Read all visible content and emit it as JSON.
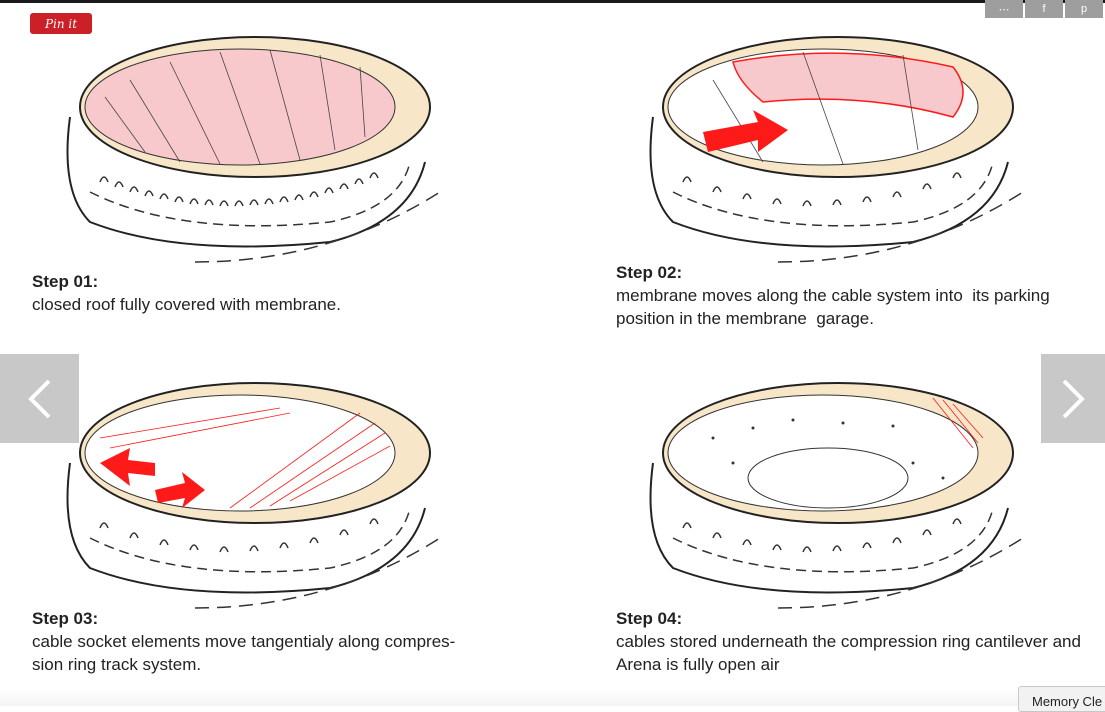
{
  "pin_button": {
    "label": "Pin it"
  },
  "share_tabs": [
    {
      "icon": "dots-icon",
      "glyph": "⋯"
    },
    {
      "icon": "facebook-icon",
      "glyph": "f"
    },
    {
      "icon": "pinterest-icon",
      "glyph": "p"
    }
  ],
  "steps": [
    {
      "step": "Step 01:",
      "description": "closed roof fully covered with membrane."
    },
    {
      "step": "Step 02:",
      "description": "membrane moves along the cable system into  its parking position in the membrane  garage."
    },
    {
      "step": "Step 03:",
      "description": "cable socket elements move tangentialy along compres-\nsion ring track system."
    },
    {
      "step": "Step 04:",
      "description": "cables stored underneath the compression ring cantilever and Arena is fully open air"
    }
  ],
  "navigation": {
    "prev_icon": "chevron-left-icon",
    "next_icon": "chevron-right-icon"
  },
  "memory_button": {
    "label": "Memory Cle"
  },
  "colors": {
    "membrane": "#f8c9cc",
    "accent_red": "#ff1a1a",
    "ring": "#f7e7c8",
    "pin_red": "#cb2027",
    "nav_gray": "#bebebe"
  }
}
